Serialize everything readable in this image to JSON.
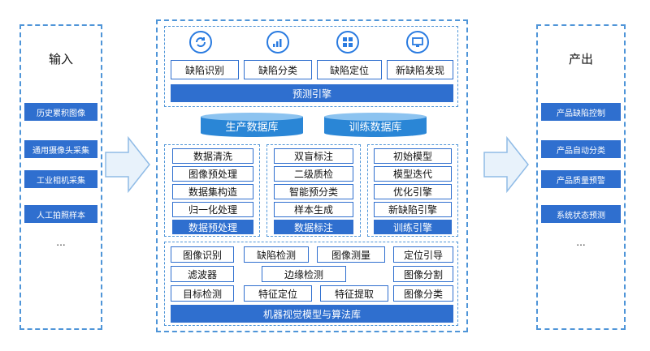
{
  "input": {
    "title": "输入",
    "items": [
      "历史累积图像",
      "通用摄像头采集",
      "工业相机采集",
      "人工拍照样本"
    ],
    "ellipsis": "..."
  },
  "output": {
    "title": "产出",
    "items": [
      "产品缺陷控制",
      "产品自动分类",
      "产品质量预警",
      "系统状态预测"
    ],
    "ellipsis": "..."
  },
  "prediction": {
    "icons": [
      "refresh-icon",
      "chart-icon",
      "windows-icon",
      "monitor-icon"
    ],
    "cards": [
      "缺陷识别",
      "缺陷分类",
      "缺陷定位",
      "新缺陷发现"
    ],
    "bar": "预测引擎"
  },
  "databases": [
    "生产数据库",
    "训练数据库"
  ],
  "modules": [
    {
      "items": [
        "数据清洗",
        "图像预处理",
        "数据集构造",
        "归一化处理"
      ],
      "bar": "数据预处理"
    },
    {
      "items": [
        "双盲标注",
        "二级质检",
        "智能预分类",
        "样本生成"
      ],
      "bar": "数据标注"
    },
    {
      "items": [
        "初始模型",
        "模型迭代",
        "优化引擎",
        "新缺陷引擎"
      ],
      "bar": "训练引擎"
    }
  ],
  "library": {
    "row1": [
      "图像识别",
      "缺陷检测",
      "图像测量",
      "定位引导"
    ],
    "row2": [
      "滤波器",
      "边缘检测",
      "图像分割"
    ],
    "row3": [
      "目标检测",
      "特征定位",
      "特征提取",
      "图像分类"
    ],
    "bar": "机器视觉模型与算法库"
  },
  "colors": {
    "accent": "#2f6fcf",
    "border": "#4f95d8",
    "db": "#2a86d6"
  }
}
